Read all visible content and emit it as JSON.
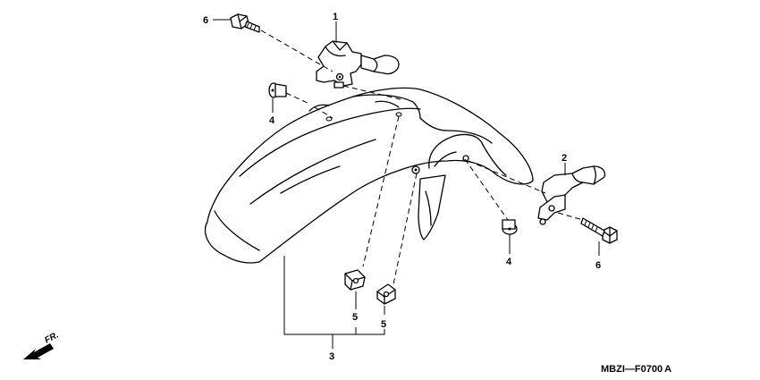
{
  "diagram": {
    "callouts": {
      "c1": "1",
      "c2": "2",
      "c3": "3",
      "c4a": "4",
      "c4b": "4",
      "c5a": "5",
      "c5b": "5",
      "c6a": "6",
      "c6b": "6"
    },
    "direction_label": "FR.",
    "diagram_code": "MBZI—F0700",
    "diagram_code_suffix": "A"
  }
}
